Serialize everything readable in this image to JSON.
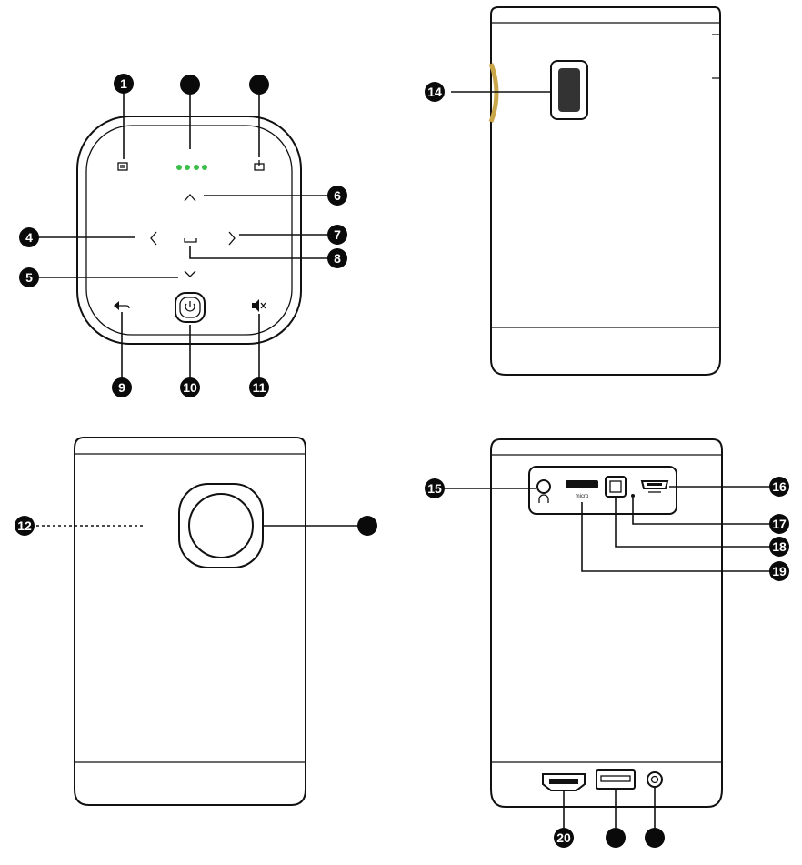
{
  "callouts": [
    {
      "id": "c1",
      "label": "1"
    },
    {
      "id": "c2",
      "label": ""
    },
    {
      "id": "c3",
      "label": ""
    },
    {
      "id": "c4",
      "label": "4"
    },
    {
      "id": "c5",
      "label": "5"
    },
    {
      "id": "c6",
      "label": "6"
    },
    {
      "id": "c7",
      "label": "7"
    },
    {
      "id": "c8",
      "label": "8"
    },
    {
      "id": "c9",
      "label": "9"
    },
    {
      "id": "c10",
      "label": "10"
    },
    {
      "id": "c11",
      "label": "11"
    },
    {
      "id": "c12",
      "label": "12"
    },
    {
      "id": "c13",
      "label": ""
    },
    {
      "id": "c14",
      "label": "14"
    },
    {
      "id": "c15",
      "label": "15"
    },
    {
      "id": "c16",
      "label": "16"
    },
    {
      "id": "c17",
      "label": "17"
    },
    {
      "id": "c18",
      "label": "18"
    },
    {
      "id": "c19",
      "label": "19"
    },
    {
      "id": "c20",
      "label": "20"
    },
    {
      "id": "c21",
      "label": ""
    },
    {
      "id": "c22",
      "label": ""
    }
  ],
  "port_labels": {
    "sd_slot": "micro"
  },
  "colors": {
    "led": "#3bbf4a",
    "line": "#111111",
    "slider": "#c9a64a"
  }
}
